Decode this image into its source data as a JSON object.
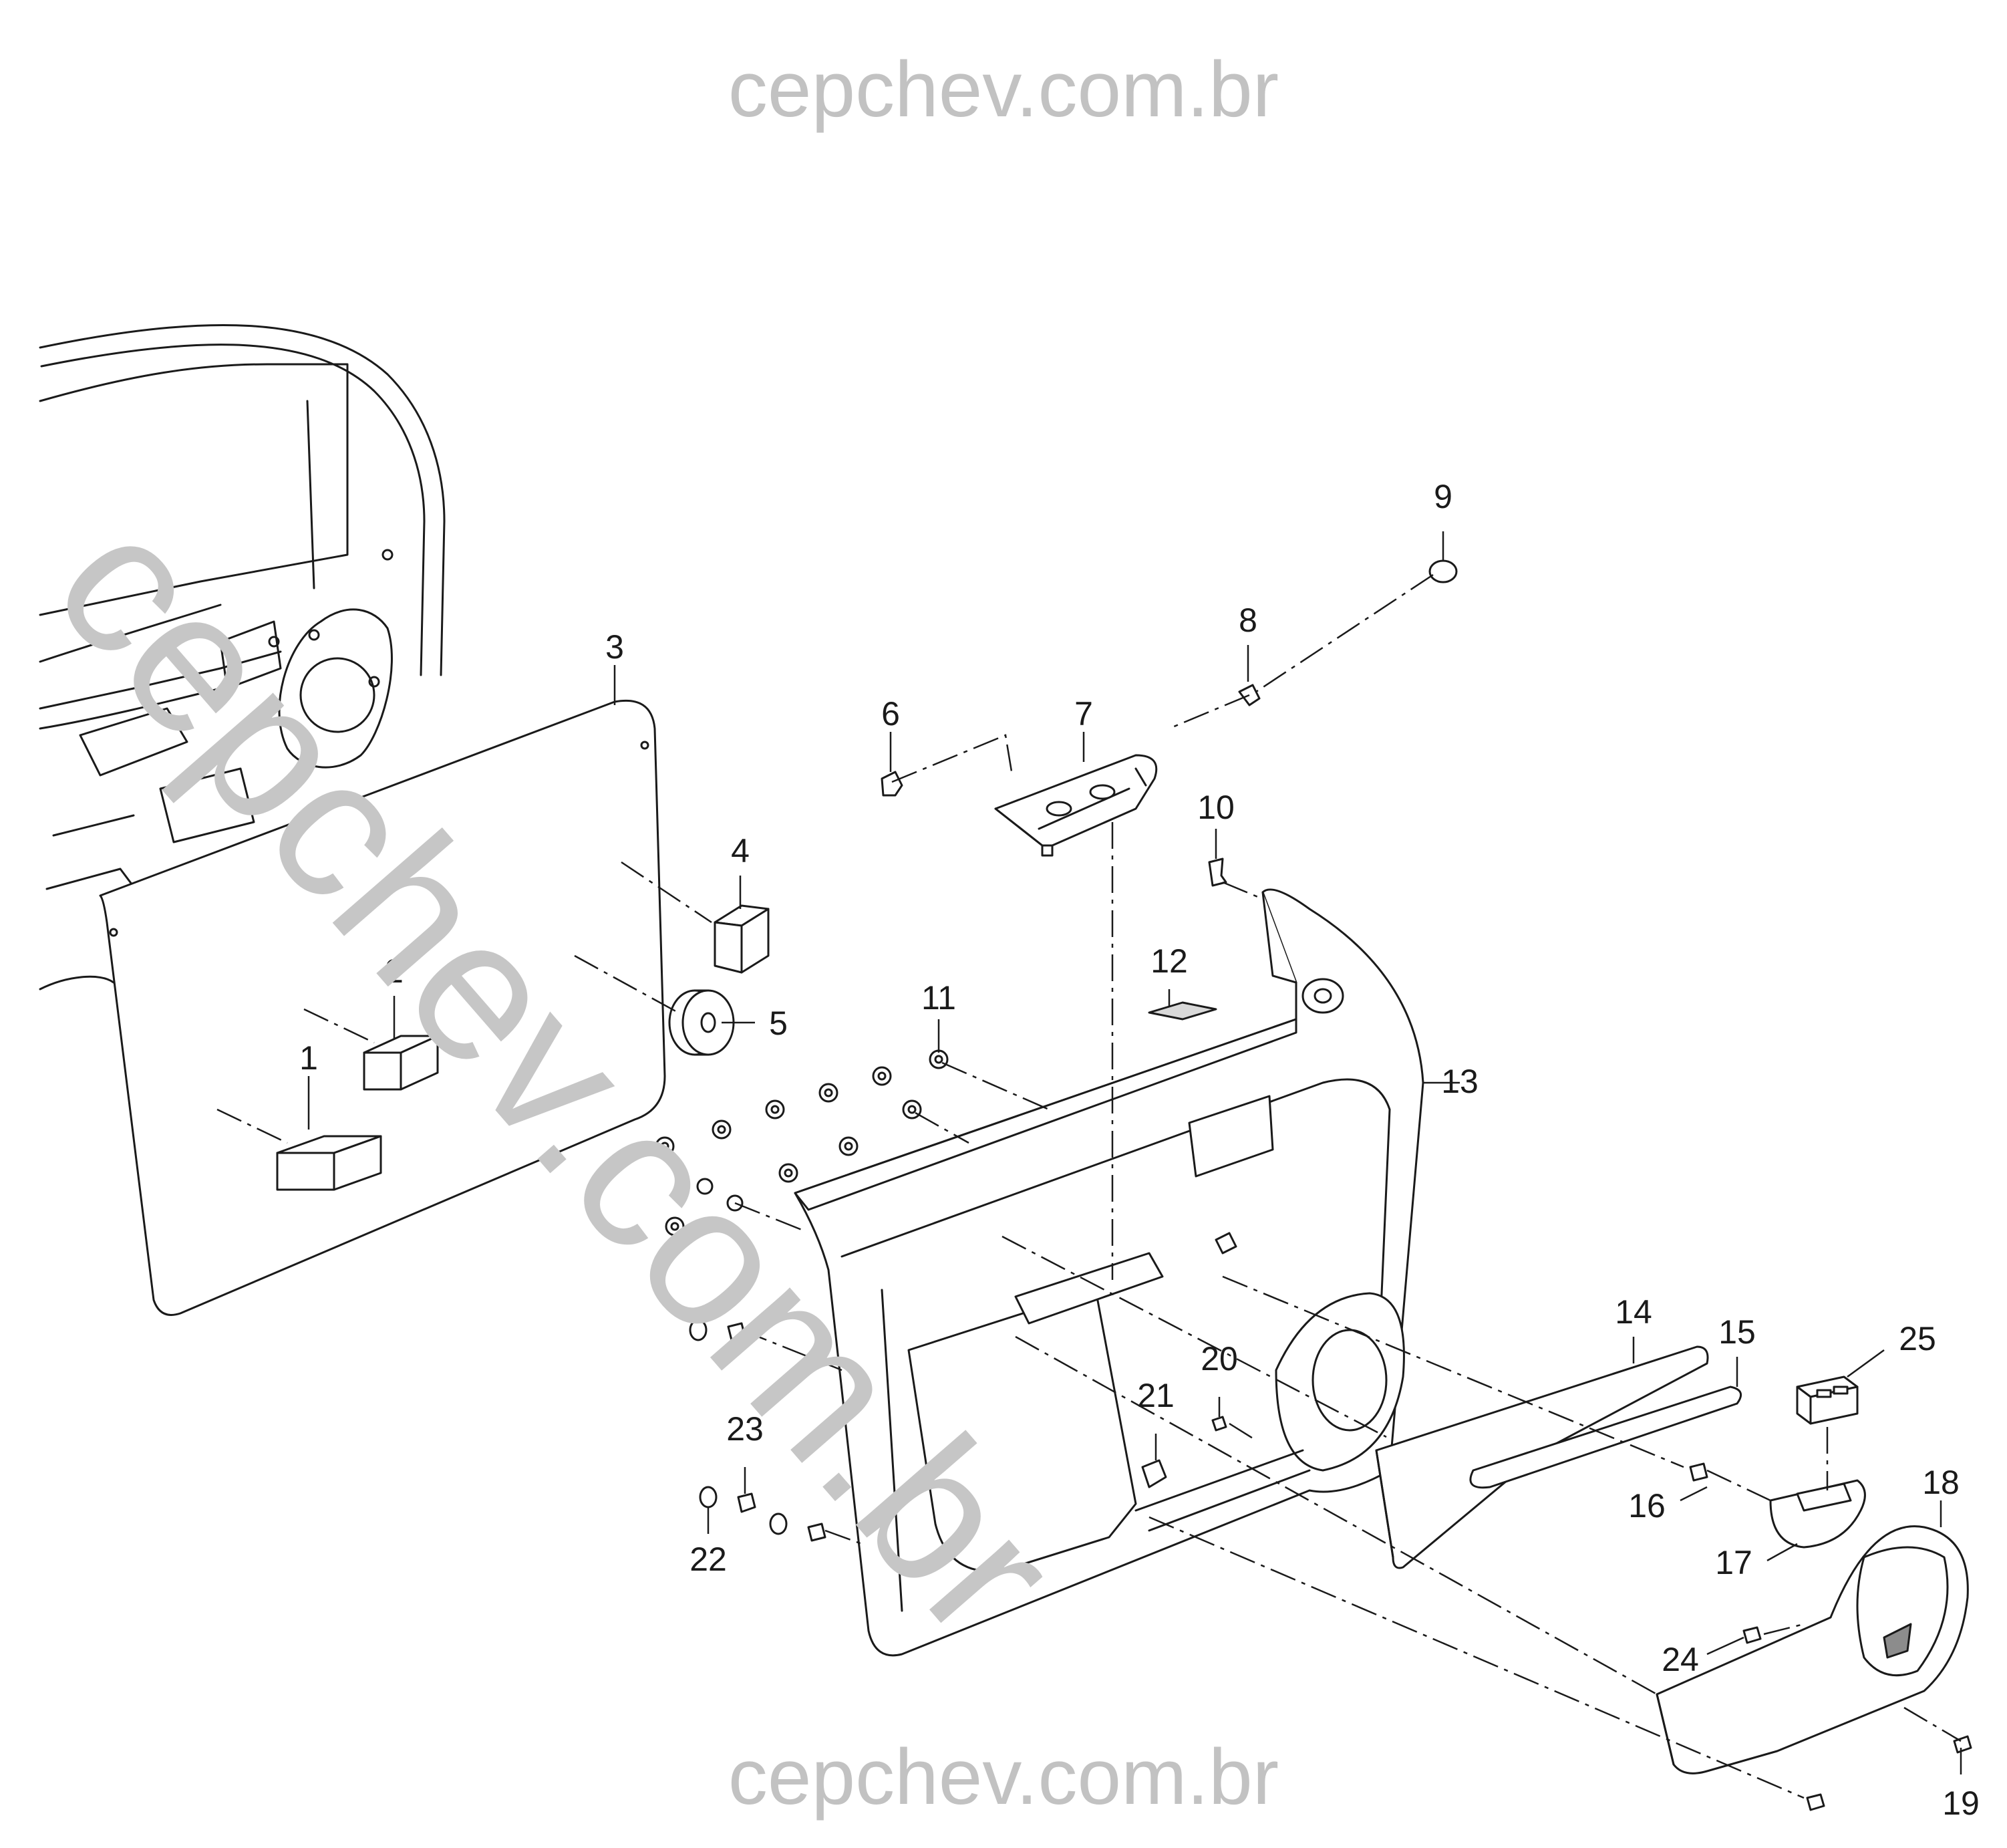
{
  "watermark": {
    "top": "cepchev.com.br",
    "bottom": "cepchev.com.br",
    "diagonal": "cepchev.com.br"
  },
  "callouts": [
    "1",
    "2",
    "3",
    "4",
    "5",
    "6",
    "7",
    "8",
    "9",
    "10",
    "11",
    "12",
    "13",
    "14",
    "15",
    "16",
    "17",
    "18",
    "19",
    "20",
    "21",
    "22",
    "23",
    "24",
    "25"
  ],
  "colors": {
    "line": "#1a1a1a",
    "part_fill": "#ffffff",
    "shade": "#d9d9d9",
    "watermark": "#c2c2c2"
  }
}
